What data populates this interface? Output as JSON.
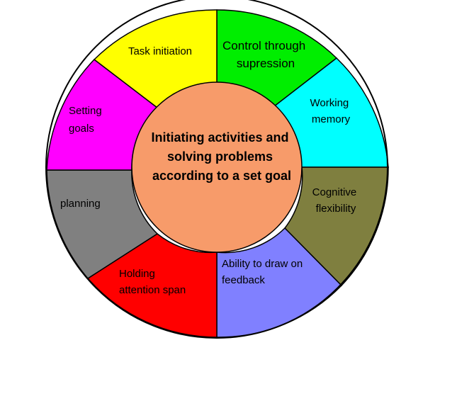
{
  "center": {
    "lines": [
      "Initiating activities and",
      "solving problems",
      "according to a set goal"
    ],
    "color": "#F79B6A"
  },
  "segments": [
    {
      "lines": [
        "Control through",
        "supression"
      ],
      "color": "#00EE00"
    },
    {
      "lines": [
        "Working",
        "memory"
      ],
      "color": "#00FFFF"
    },
    {
      "lines": [
        "Cognitive",
        "flexibility"
      ],
      "color": "#7F7F3F"
    },
    {
      "lines": [
        "Ability to draw on",
        "feedback"
      ],
      "color": "#8080FF"
    },
    {
      "lines": [
        "Holding",
        "attention span"
      ],
      "color": "#FF0000"
    },
    {
      "lines": [
        "planning"
      ],
      "color": "#808080"
    },
    {
      "lines": [
        "Setting",
        "goals"
      ],
      "color": "#FF00FF"
    },
    {
      "lines": [
        "Task initiation"
      ],
      "color": "#FFFF00"
    }
  ],
  "outline_color": "#000000"
}
